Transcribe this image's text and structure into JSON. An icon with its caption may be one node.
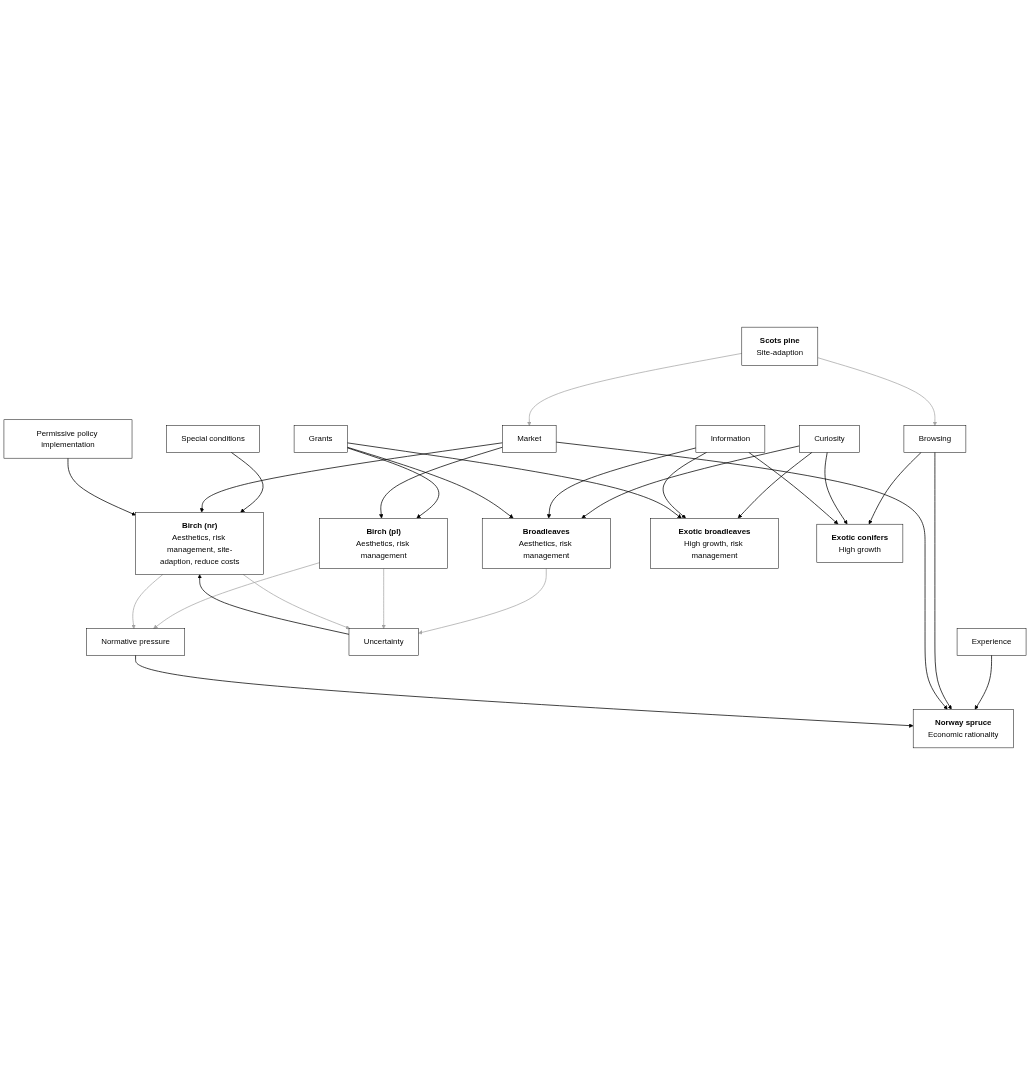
{
  "diagram": {
    "nodes": [
      {
        "text": [
          "Norway spruce",
          "Economic rationality"
        ]
      },
      {
        "text": [
          "Experience"
        ]
      },
      {
        "text": [
          "Scots pine",
          "Site-adaption"
        ]
      },
      {
        "text": [
          "Browsing"
        ]
      },
      {
        "text": [
          "Market"
        ]
      },
      {
        "text": [
          "Exotic conifers",
          "High growth"
        ]
      },
      {
        "text": [
          "Curiosity"
        ]
      },
      {
        "text": [
          "Information"
        ]
      },
      {
        "text": [
          "Exotic broadleaves",
          "High growth, risk management"
        ]
      },
      {
        "text": [
          "Grants"
        ]
      },
      {
        "text": [
          "Uncertainty"
        ]
      },
      {
        "text": [
          "Broadleaves",
          "Aesthetics, risk management"
        ]
      },
      {
        "text": [
          "Normative pressure"
        ]
      },
      {
        "text": [
          "Birch (pl)",
          "Aesthetics, risk management"
        ]
      },
      {
        "text": [
          "Special conditions"
        ]
      },
      {
        "text": [
          "Birch (nr)",
          "Aesthetics, risk management, site-adaption, reduce costs"
        ]
      },
      {
        "text": [
          "Permissive policy implementation"
        ]
      }
    ],
    "edges": [
      {
        "from": 1,
        "to": 0,
        "arrow": "to"
      },
      {
        "from": 3,
        "to": 0,
        "arrow": "to"
      },
      {
        "from": 4,
        "to": 0,
        "arrow": "to"
      },
      {
        "from": 12,
        "to": 0,
        "arrow": "to"
      },
      {
        "from": 2,
        "to": 3,
        "arrow": "to",
        "color": "#a6a6a6"
      },
      {
        "from": 2,
        "to": 4,
        "arrow": "to",
        "color": "#a6a6a6"
      },
      {
        "from": 3,
        "to": 5,
        "arrow": "to"
      },
      {
        "from": 6,
        "to": 5,
        "arrow": "to"
      },
      {
        "from": 6,
        "to": 8,
        "arrow": "to"
      },
      {
        "from": 6,
        "to": 11,
        "arrow": "to"
      },
      {
        "from": 7,
        "to": 5,
        "arrow": "to"
      },
      {
        "from": 7,
        "to": 8,
        "arrow": "to"
      },
      {
        "from": 7,
        "to": 11,
        "arrow": "to"
      },
      {
        "from": 9,
        "to": 8,
        "arrow": "to"
      },
      {
        "from": 9,
        "to": 11,
        "arrow": "to"
      },
      {
        "from": 9,
        "to": 13,
        "arrow": "to"
      },
      {
        "from": 11,
        "to": 10,
        "arrow": "to",
        "color": "#a6a6a6"
      },
      {
        "from": 13,
        "to": 10,
        "arrow": "to",
        "color": "#a6a6a6"
      },
      {
        "from": 13,
        "to": 12,
        "arrow": "to",
        "color": "#a6a6a6"
      },
      {
        "from": 4,
        "to": 13,
        "arrow": "to"
      },
      {
        "from": 10,
        "to": 15,
        "arrow": "to"
      },
      {
        "from": 15,
        "to": 10,
        "arrow": "to",
        "color": "#a6a6a6"
      },
      {
        "from": 15,
        "to": 12,
        "arrow": "to",
        "color": "#a6a6a6"
      },
      {
        "from": 14,
        "to": 15,
        "arrow": "to"
      },
      {
        "from": 4,
        "to": 15,
        "arrow": "to"
      },
      {
        "from": 16,
        "to": 15,
        "arrow": "to"
      }
    ]
  }
}
